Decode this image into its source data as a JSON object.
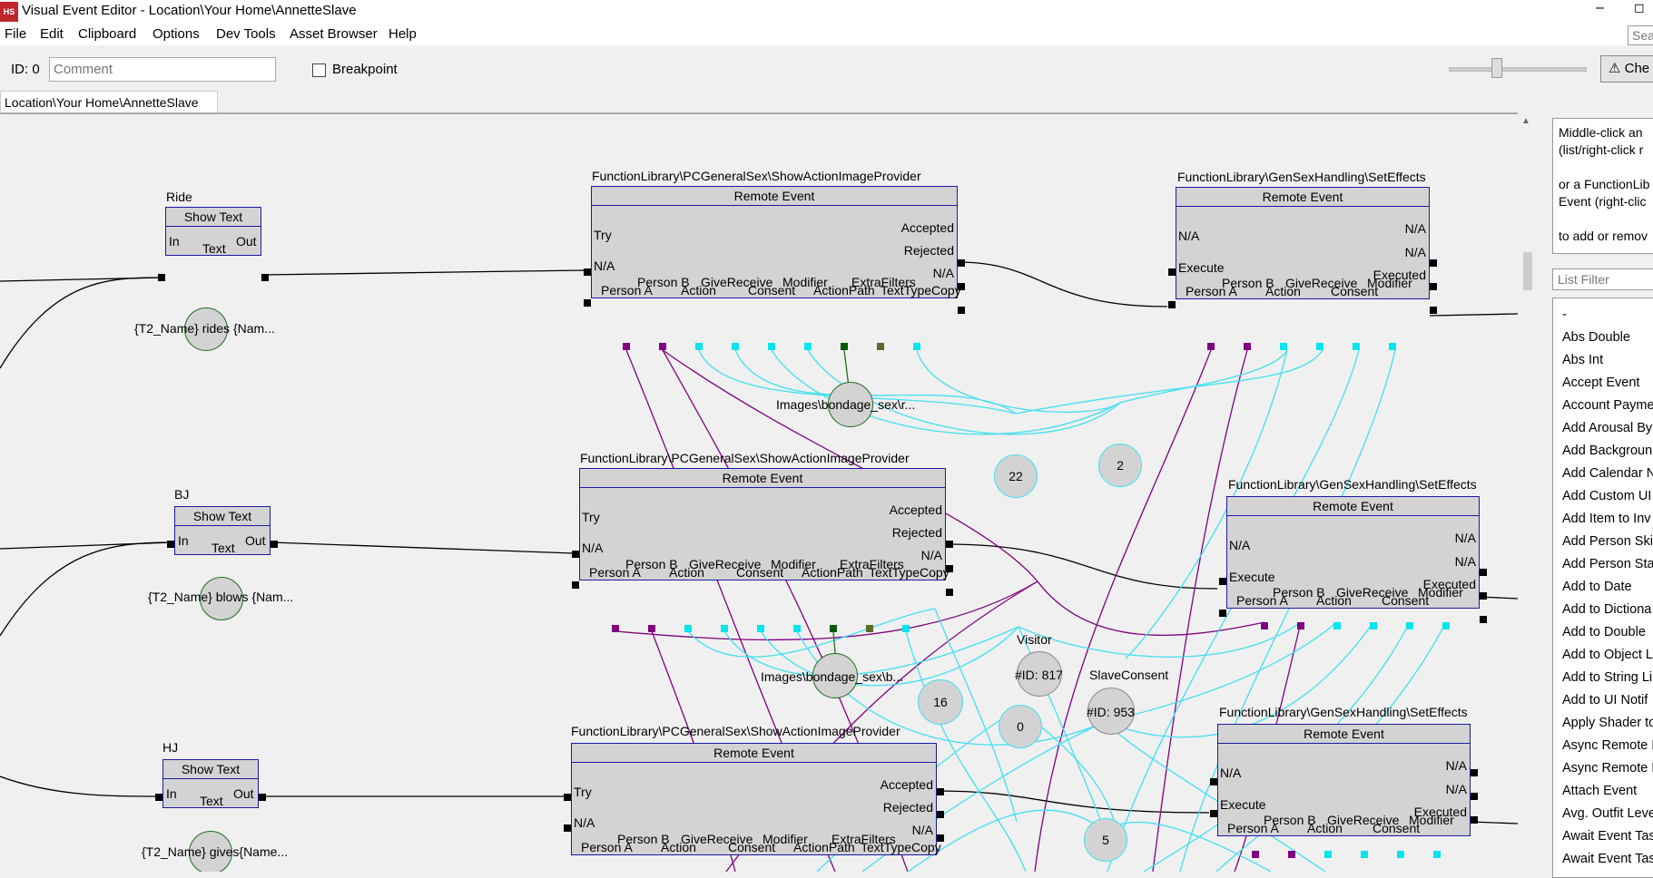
{
  "window": {
    "title": "Visual Event Editor - Location\\Your Home\\AnnetteSlave",
    "icon_text": "HS",
    "min_glyph": "–",
    "max_glyph": "◻"
  },
  "menu": [
    "File",
    "Edit",
    "Clipboard",
    "Options",
    "Dev Tools",
    "Asset Browser",
    "Help"
  ],
  "search": {
    "placeholder": "Sear"
  },
  "toolbar": {
    "id_label": "ID: 0",
    "comment_placeholder": "Comment",
    "breakpoint_label": "Breakpoint",
    "check_label": "Che",
    "check_icon": "⚠"
  },
  "tab": {
    "label": "Location\\Your Home\\AnnetteSlave"
  },
  "scroll": {
    "up_glyph": "▲"
  },
  "help": {
    "lines": [
      "Middle-click an",
      "(list/right-click r",
      "",
      "or a FunctionLib",
      "Event (right-clic",
      "",
      "to add or remov"
    ]
  },
  "list_filter": {
    "placeholder": "List Filter"
  },
  "function_list": [
    "-",
    "Abs Double",
    "Abs Int",
    "Accept Event",
    "Account Payme",
    "Add Arousal By",
    "Add Backgroun",
    "Add Calendar N",
    "Add Custom UI",
    "Add Item to Inv",
    "Add Person Ski",
    "Add Person Sta",
    "Add to Date",
    "Add to Dictiona",
    "Add to Double",
    "Add to Object L",
    "Add to String Li",
    "Add to UI Notif",
    "Apply Shader to",
    "Async Remote E",
    "Async Remote E",
    "Attach Event",
    "Avg. Outfit Leve",
    "Await Event Tas",
    "Await Event Tas"
  ],
  "nodes": {
    "ride_title": "Ride",
    "bj_title": "BJ",
    "hj_title": "HJ",
    "show_text": "Show Text",
    "in": "In",
    "out": "Out",
    "text": "Text",
    "ride_text_value": "{T2_Name} rides {Nam...",
    "bj_text_value": "{T2_Name} blows {Nam...",
    "hj_text_value": "{T2_Name} gives{Name...",
    "sai_title": "FunctionLibrary\\PCGeneralSex\\ShowActionImageProvider",
    "se_title": "FunctionLibrary\\GenSexHandling\\SetEffects",
    "remote_event": "Remote Event",
    "try": "Try",
    "na": "N/A",
    "accepted": "Accepted",
    "rejected": "Rejected",
    "execute": "Execute",
    "executed": "Executed",
    "person_a": "Person A",
    "person_b": "Person B",
    "action": "Action",
    "give_receive": "GiveReceive",
    "consent": "Consent",
    "modifier": "Modifier",
    "action_path": "ActionPath",
    "extra_filters": "ExtraFilters",
    "text_type_copy": "TextTypeCopy",
    "image1": "Images\\bondage_sex\\r...",
    "image2": "Images\\bondage_sex\\b...",
    "visitor": "Visitor",
    "visitor_id": "#ID: 817",
    "slave_consent": "SlaveConsent",
    "slave_id": "#ID: 953",
    "n22": "22",
    "n2": "2",
    "n16": "16",
    "n0": "0",
    "n5": "5"
  },
  "colors": {
    "node_bg": "#d3d3d3",
    "node_border": "#1a1aa8",
    "wire_exec": "#000000",
    "wire_person": "#800080",
    "wire_value": "#00e5ee",
    "pin_text": "#0a5a0a"
  }
}
